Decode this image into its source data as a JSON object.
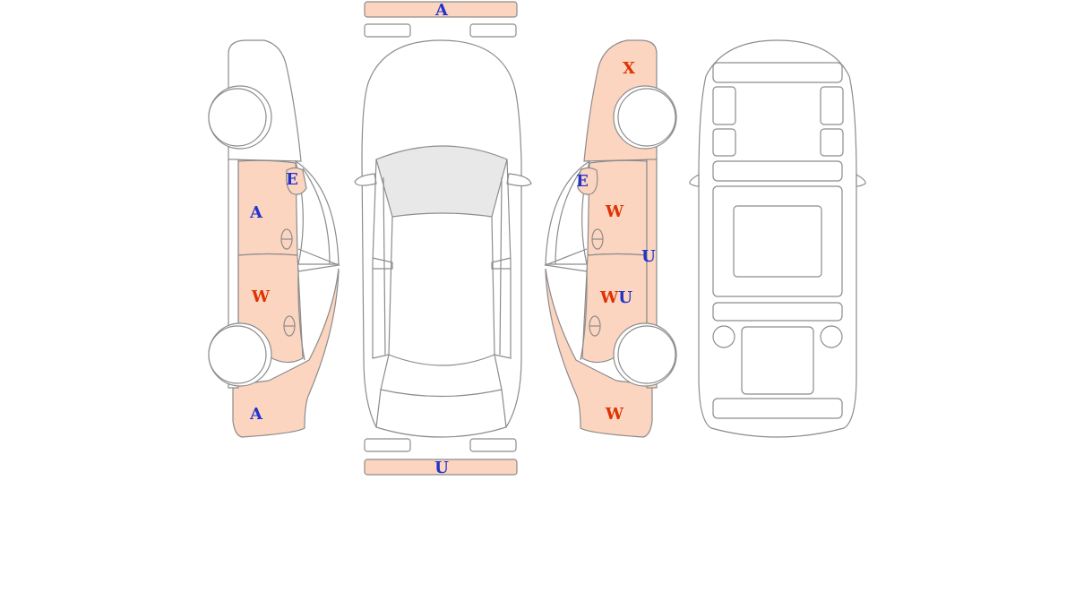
{
  "colors": {
    "damage_fill": "#fcd5c0",
    "outline": "#8c8c8c",
    "glass": "#e8e8e8",
    "code_blue": "#2233cc",
    "code_red": "#dd3300"
  },
  "views": {
    "left_side": {
      "codes": [
        "E",
        "A",
        "W",
        "A"
      ]
    },
    "top": {
      "front_bumper_code": "A",
      "rear_bumper_code": "U"
    },
    "right_side": {
      "codes": [
        "X",
        "E",
        "W",
        "U",
        "WU",
        "W"
      ]
    },
    "bottom": {
      "codes": []
    }
  }
}
